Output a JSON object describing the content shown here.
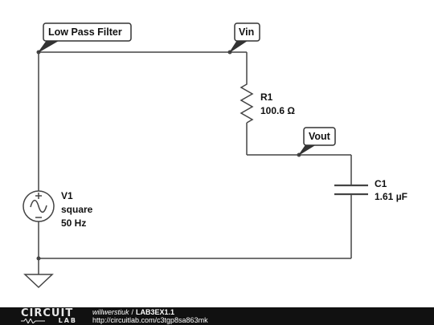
{
  "schematic": {
    "labels": {
      "low_pass_filter": "Low Pass Filter",
      "vin": "Vin",
      "vout": "Vout"
    },
    "components": {
      "r1": {
        "name": "R1",
        "value": "100.6 Ω"
      },
      "c1": {
        "name": "C1",
        "value": "1.61 µF"
      },
      "v1": {
        "name": "V1",
        "type": "square",
        "frequency": "50 Hz"
      }
    }
  },
  "footer": {
    "logo_top": "CIRCUIT",
    "logo_bottom": "LAB",
    "author": "willwerstiuk",
    "separator": "/",
    "project": "LAB3EX1.1",
    "url": "http://circuitlab.com/c3tgp8sa863mk"
  },
  "colors": {
    "wire": "#444444",
    "footer_bg": "#111111",
    "label_fill": "#ffffff"
  }
}
